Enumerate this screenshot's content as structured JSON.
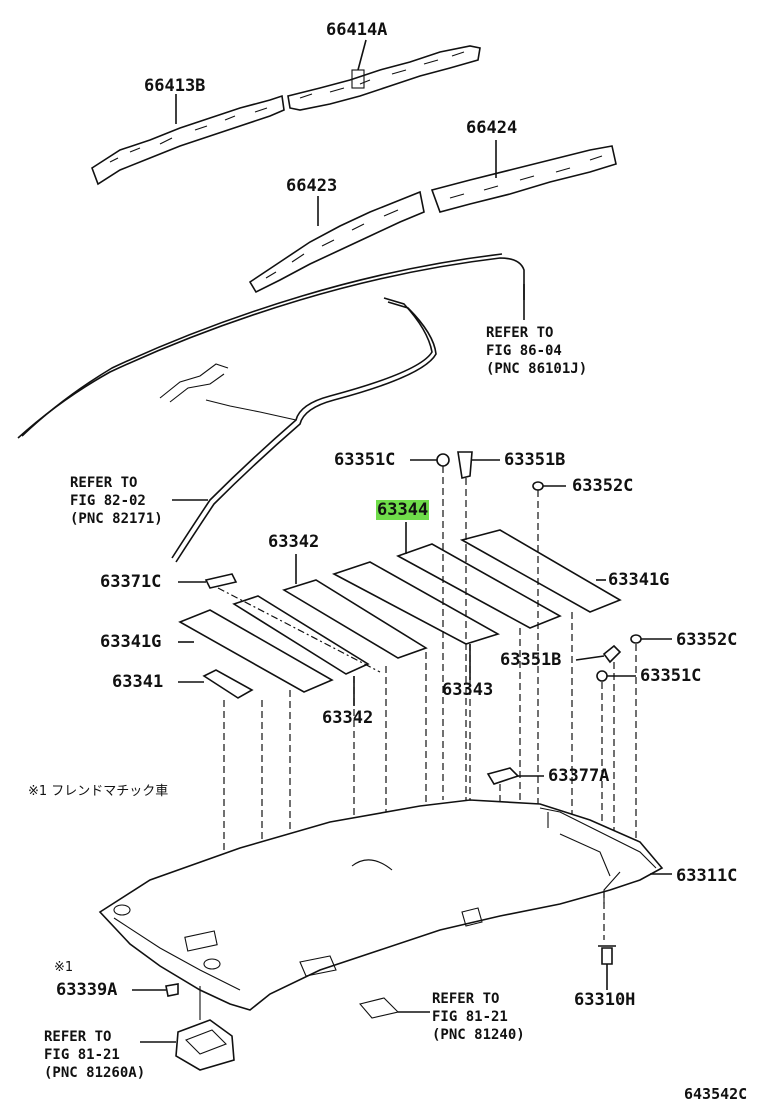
{
  "labels": {
    "p66414A": "66414A",
    "p66413B": "66413B",
    "p66424": "66424",
    "p66423": "66423",
    "p63351C_top": "63351C",
    "p63351B_top": "63351B",
    "p63352C_top": "63352C",
    "p63344": "63344",
    "p63342_top": "63342",
    "p63371C": "63371C",
    "p63341G_right": "63341G",
    "p63341G_left": "63341G",
    "p63352C_mid": "63352C",
    "p63351B_mid": "63351B",
    "p63341": "63341",
    "p63351C_mid": "63351C",
    "p63343": "63343",
    "p63342_bottom": "63342",
    "p63377A": "63377A",
    "p63311C": "63311C",
    "p63339A": "63339A",
    "p63310H": "63310H"
  },
  "refs": {
    "fig86": {
      "line1": "REFER TO",
      "line2": "FIG 86-04",
      "line3": "(PNC 86101J)"
    },
    "fig82": {
      "line1": "REFER TO",
      "line2": "FIG 82-02",
      "line3": "(PNC 82171)"
    },
    "fig81a": {
      "line1": "REFER TO",
      "line2": "FIG 81-21",
      "line3": "(PNC 81240)"
    },
    "fig81b": {
      "line1": "REFER TO",
      "line2": "FIG 81-21",
      "line3": "(PNC 81260A)"
    }
  },
  "notes": {
    "note1": "※1 フレンドマチック車",
    "note1_mark": "※1"
  },
  "diagram_id": "643542C",
  "highlight_color": "#6fdc4a"
}
